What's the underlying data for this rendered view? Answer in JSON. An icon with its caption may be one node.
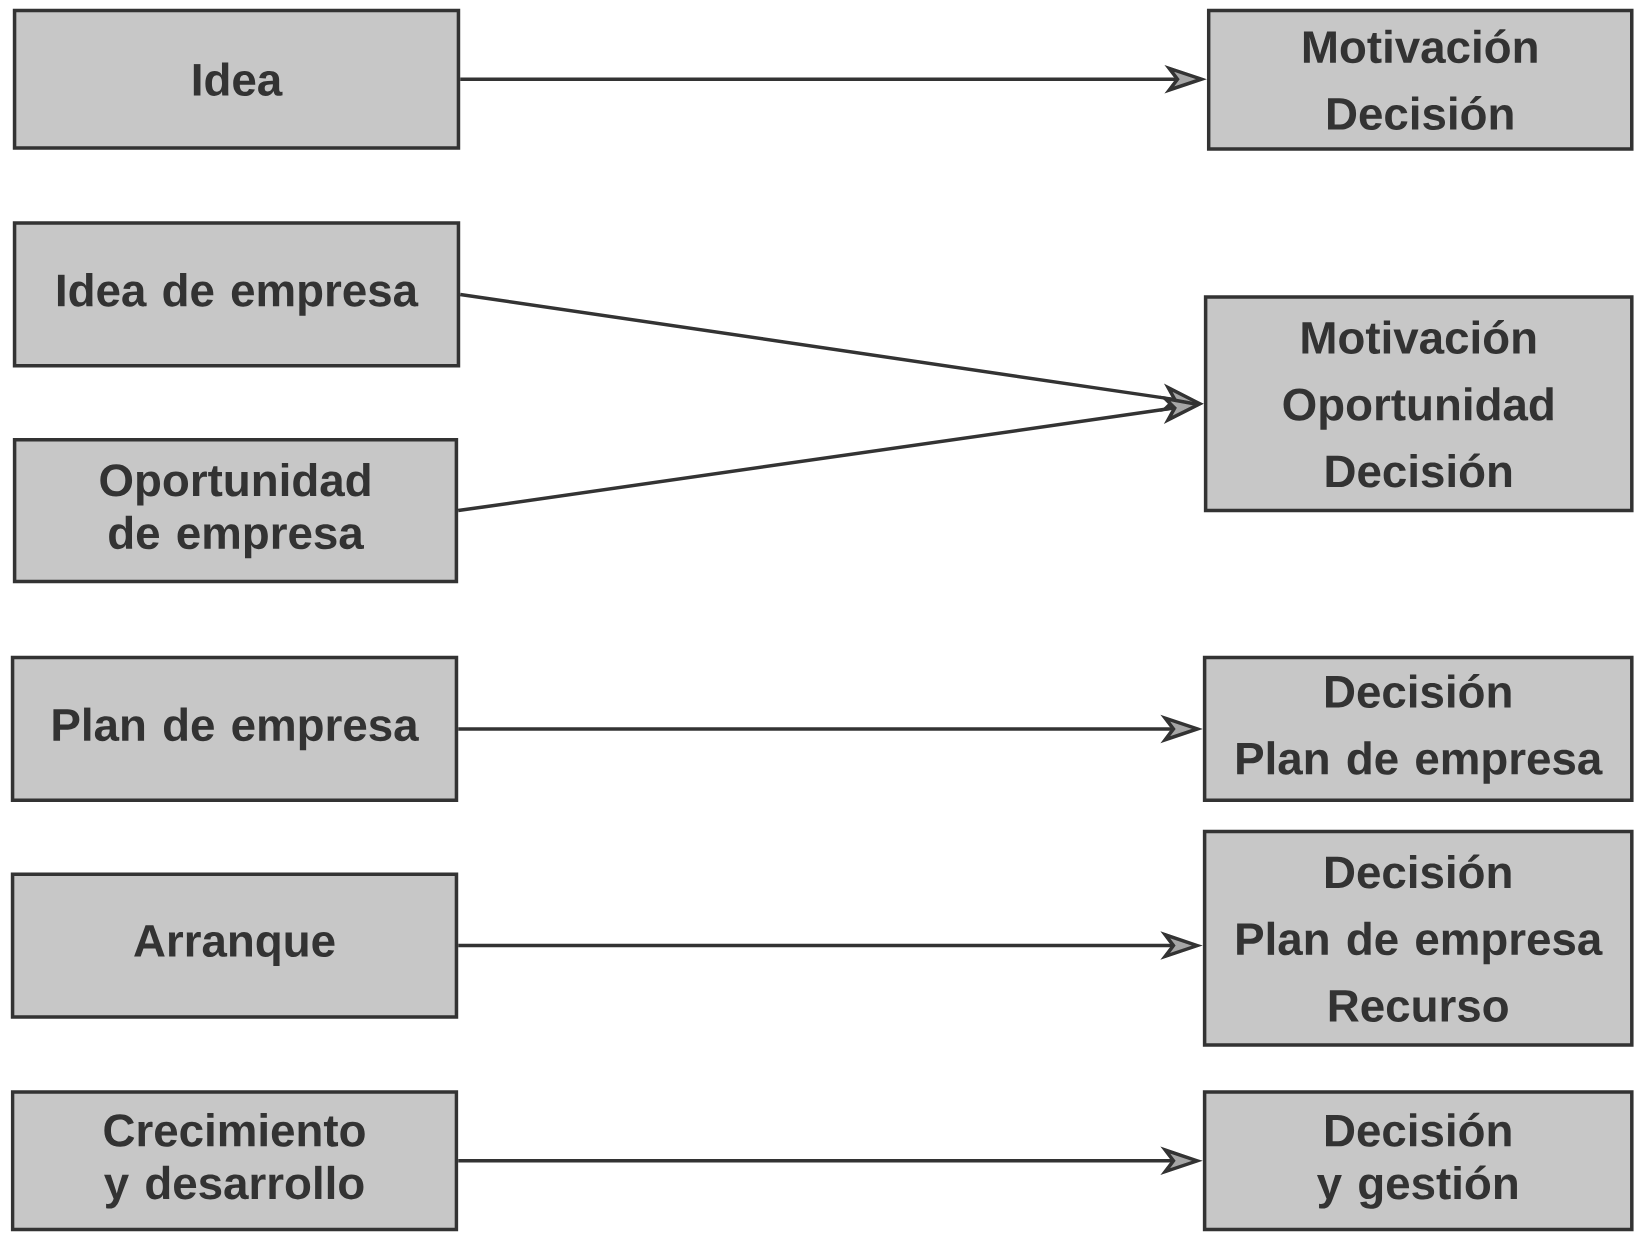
{
  "diagram": {
    "nodes": [
      {
        "text": [
          "Idea"
        ]
      },
      {
        "text": [
          "Idea de empresa"
        ]
      },
      {
        "text": [
          "Oportunidad de empresa"
        ]
      },
      {
        "text": [
          "Plan de empresa"
        ]
      },
      {
        "text": [
          "Arranque"
        ]
      },
      {
        "text": [
          "Crecimiento y desarrollo"
        ]
      },
      {
        "text": [
          "Motivación",
          "Decisión"
        ]
      },
      {
        "text": [
          "Motivación",
          "Oportunidad",
          "Decisión"
        ]
      },
      {
        "text": [
          "Decisión",
          "Plan de empresa"
        ]
      },
      {
        "text": [
          "Decisión",
          "Plan de empresa",
          "Recurso"
        ]
      },
      {
        "text": [
          "Decisión y gestión"
        ]
      }
    ],
    "edges": [
      {
        "from": 0,
        "to": 6,
        "arrow": "to"
      },
      {
        "from": 1,
        "to": 7,
        "arrow": "to"
      },
      {
        "from": 2,
        "to": 7,
        "arrow": "to"
      },
      {
        "from": 3,
        "to": 8,
        "arrow": "to"
      },
      {
        "from": 4,
        "to": 9,
        "arrow": "to"
      },
      {
        "from": 5,
        "to": 10,
        "arrow": "to"
      }
    ]
  }
}
